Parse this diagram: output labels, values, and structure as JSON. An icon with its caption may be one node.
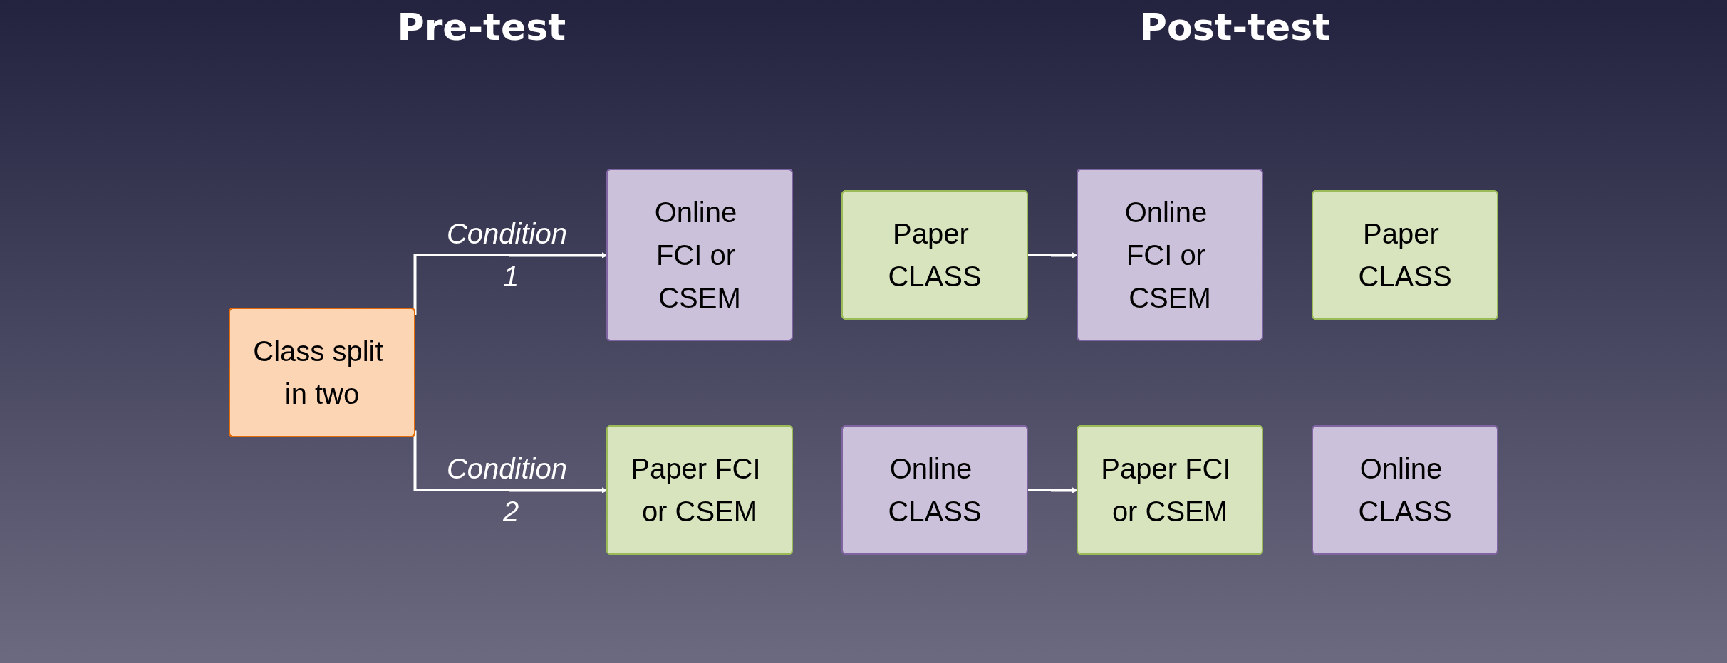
{
  "diagram": {
    "nodes": [
      {
        "text": [
          "Class split in two"
        ]
      },
      {
        "text": [
          "Online FCI or CSEM"
        ]
      },
      {
        "text": [
          "Paper CLASS"
        ]
      },
      {
        "text": [
          "Online FCI or CSEM"
        ]
      },
      {
        "text": [
          "Paper CLASS"
        ]
      },
      {
        "text": [
          "Paper FCI or CSEM"
        ]
      },
      {
        "text": [
          "Online CLASS"
        ]
      },
      {
        "text": [
          "Paper FCI or CSEM"
        ]
      },
      {
        "text": [
          "Online CLASS"
        ]
      }
    ],
    "edges": [
      {
        "from": 0,
        "to": 1,
        "arrow": "to",
        "label": "Condition 1"
      },
      {
        "from": 0,
        "to": 5,
        "arrow": "to",
        "label": "Condition 2"
      },
      {
        "from": 2,
        "to": 3,
        "arrow": "to"
      },
      {
        "from": 6,
        "to": 7,
        "arrow": "to"
      }
    ],
    "labels": [
      "Pre-test",
      "Post-test"
    ]
  }
}
